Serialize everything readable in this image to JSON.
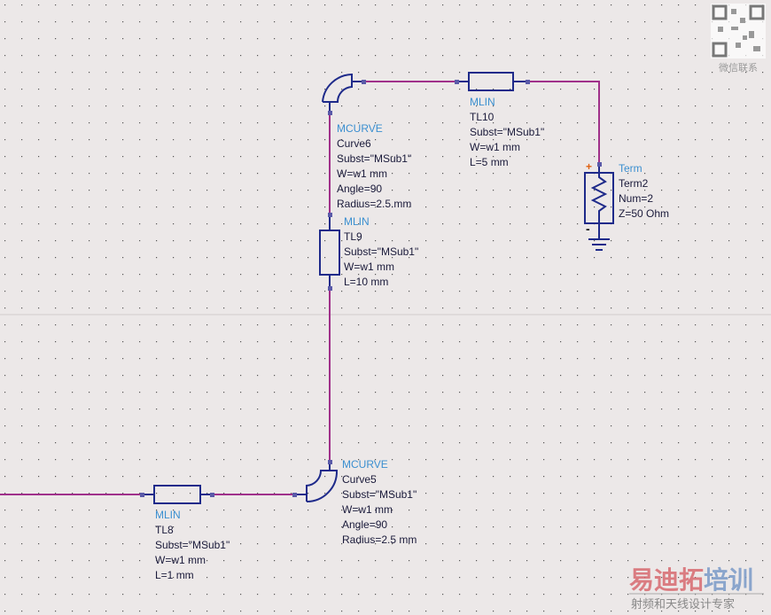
{
  "components": {
    "tl8": {
      "type": "MLIN",
      "name": "TL8",
      "subst": "Subst=\"MSub1\"",
      "w": "W=w1 mm",
      "l": "L=1 mm"
    },
    "curve5": {
      "type": "MCURVE",
      "name": "Curve5",
      "subst": "Subst=\"MSub1\"",
      "w": "W=w1 mm",
      "angle": "Angle=90",
      "radius": "Radius=2.5 mm"
    },
    "tl9": {
      "type": "MLIN",
      "name": "TL9",
      "subst": "Subst=\"MSub1\"",
      "w": "W=w1 mm",
      "l": "L=10 mm"
    },
    "curve6": {
      "type": "MCURVE",
      "name": "Curve6",
      "subst": "Subst=\"MSub1\"",
      "w": "W=w1 mm",
      "angle": "Angle=90",
      "radius": "Radius=2.5.mm"
    },
    "tl10": {
      "type": "MLIN",
      "name": "TL10",
      "subst": "Subst=\"MSub1\"",
      "w": "W=w1 mm",
      "l": "L=5 mm"
    },
    "term2": {
      "type": "Term",
      "name": "Term2",
      "num": "Num=2",
      "z": "Z=50 Ohm",
      "plus": "+",
      "minus": "-"
    }
  },
  "watermark": {
    "qr_caption": "微信联系",
    "brand_red": "易迪拓",
    "brand_blue": "培训",
    "tagline": "射频和天线设计专家"
  },
  "colors": {
    "wire": "#a0308a",
    "component": "#1e2a8a",
    "type_label": "#3b8fd0",
    "background": "#ece8e8"
  }
}
